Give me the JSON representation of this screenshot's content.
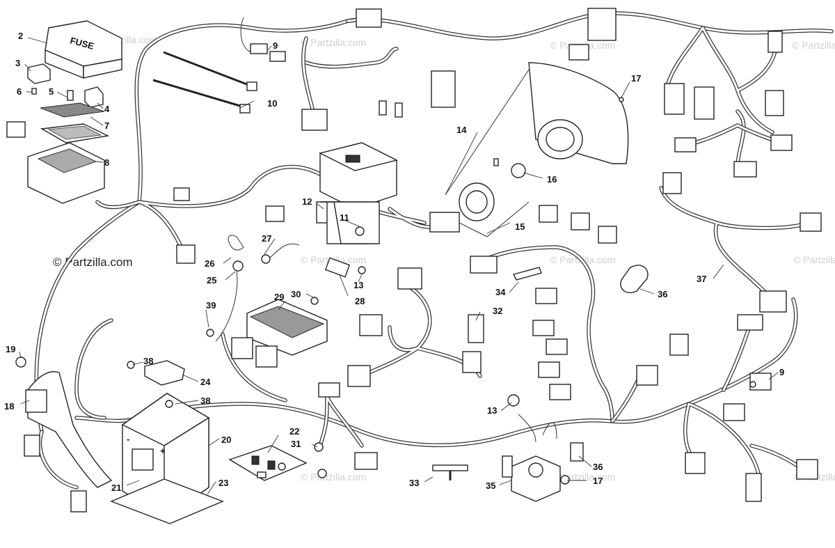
{
  "watermarks": {
    "main": "© Partzilla.com",
    "faint": "© Partzilla.com"
  },
  "callouts": [
    {
      "id": "c2",
      "text": "2"
    },
    {
      "id": "c3",
      "text": "3"
    },
    {
      "id": "c4",
      "text": "4"
    },
    {
      "id": "c5",
      "text": "5"
    },
    {
      "id": "c6",
      "text": "6"
    },
    {
      "id": "c7",
      "text": "7"
    },
    {
      "id": "c8",
      "text": "8"
    },
    {
      "id": "c9a",
      "text": "9"
    },
    {
      "id": "c9b",
      "text": "9"
    },
    {
      "id": "c10",
      "text": "10"
    },
    {
      "id": "c11",
      "text": "11"
    },
    {
      "id": "c12",
      "text": "12"
    },
    {
      "id": "c13a",
      "text": "13"
    },
    {
      "id": "c13b",
      "text": "13"
    },
    {
      "id": "c14",
      "text": "14"
    },
    {
      "id": "c15",
      "text": "15"
    },
    {
      "id": "c16",
      "text": "16"
    },
    {
      "id": "c17a",
      "text": "17"
    },
    {
      "id": "c17b",
      "text": "17"
    },
    {
      "id": "c18",
      "text": "18"
    },
    {
      "id": "c19",
      "text": "19"
    },
    {
      "id": "c20",
      "text": "20"
    },
    {
      "id": "c21",
      "text": "21"
    },
    {
      "id": "c22",
      "text": "22"
    },
    {
      "id": "c23",
      "text": "23"
    },
    {
      "id": "c24",
      "text": "24"
    },
    {
      "id": "c25",
      "text": "25"
    },
    {
      "id": "c26",
      "text": "26"
    },
    {
      "id": "c27",
      "text": "27"
    },
    {
      "id": "c28",
      "text": "28"
    },
    {
      "id": "c29",
      "text": "29"
    },
    {
      "id": "c30",
      "text": "30"
    },
    {
      "id": "c31",
      "text": "31"
    },
    {
      "id": "c32",
      "text": "32"
    },
    {
      "id": "c33",
      "text": "33"
    },
    {
      "id": "c34",
      "text": "34"
    },
    {
      "id": "c35",
      "text": "35"
    },
    {
      "id": "c36a",
      "text": "36"
    },
    {
      "id": "c36b",
      "text": "36"
    },
    {
      "id": "c37",
      "text": "37"
    },
    {
      "id": "c38a",
      "text": "38"
    },
    {
      "id": "c38b",
      "text": "38"
    },
    {
      "id": "c39",
      "text": "39"
    }
  ],
  "fuse_box": {
    "lid_text": "FUSE"
  },
  "battery": {
    "minus": "-",
    "plus": "+"
  }
}
